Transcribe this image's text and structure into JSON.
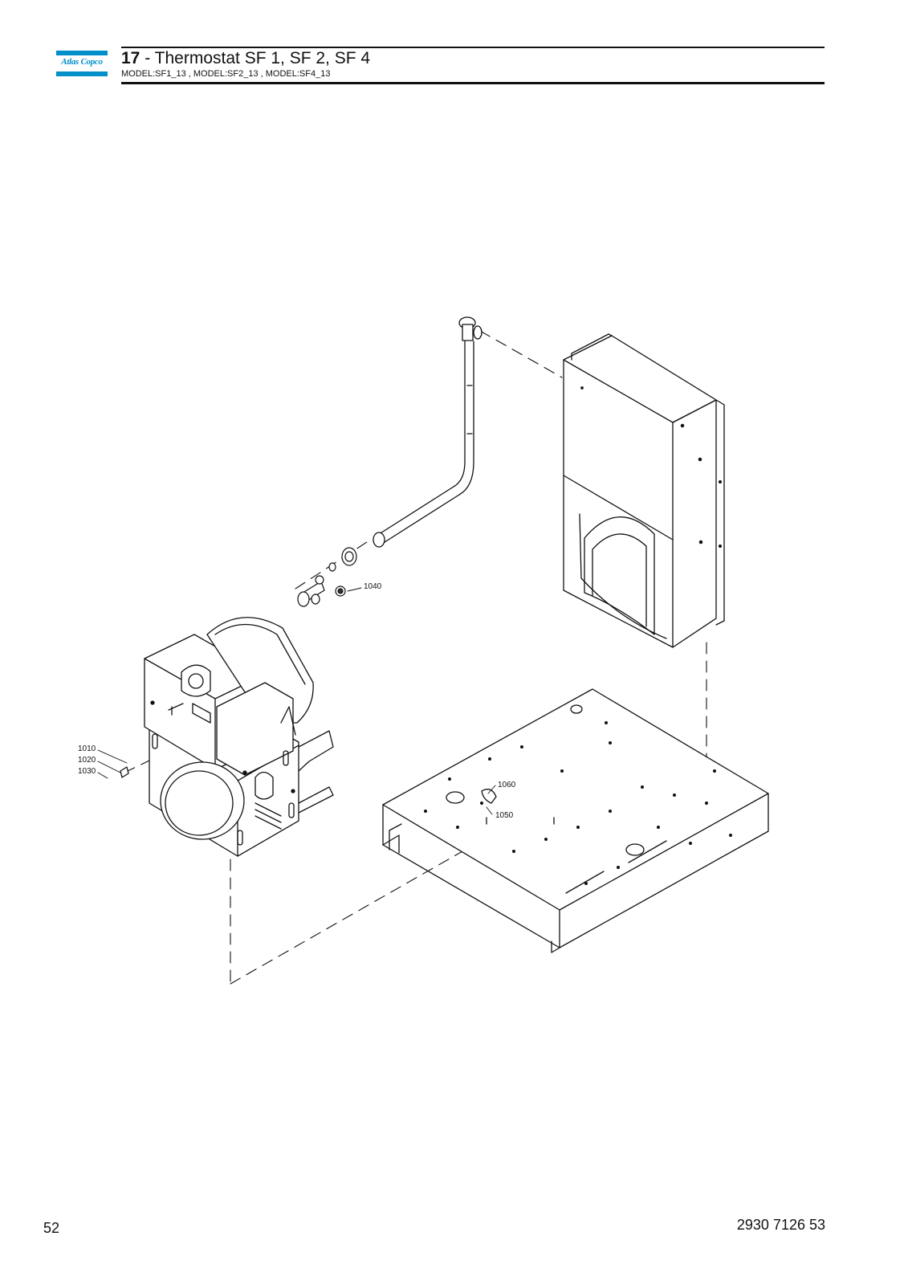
{
  "header": {
    "brand": "Atlas Copco",
    "section_number": "17",
    "title_separator": " - ",
    "title": "Thermostat SF 1, SF 2, SF 4",
    "models": "MODEL:SF1_13 , MODEL:SF2_13 , MODEL:SF4_13"
  },
  "callouts": {
    "c1010": "1010",
    "c1020": "1020",
    "c1030": "1030",
    "c1040": "1040",
    "c1050": "1050",
    "c1060": "1060"
  },
  "footer": {
    "page_number": "52",
    "document_number": "2930 7126 53"
  },
  "colors": {
    "brand_blue": "#0090c9",
    "line": "#111111"
  }
}
